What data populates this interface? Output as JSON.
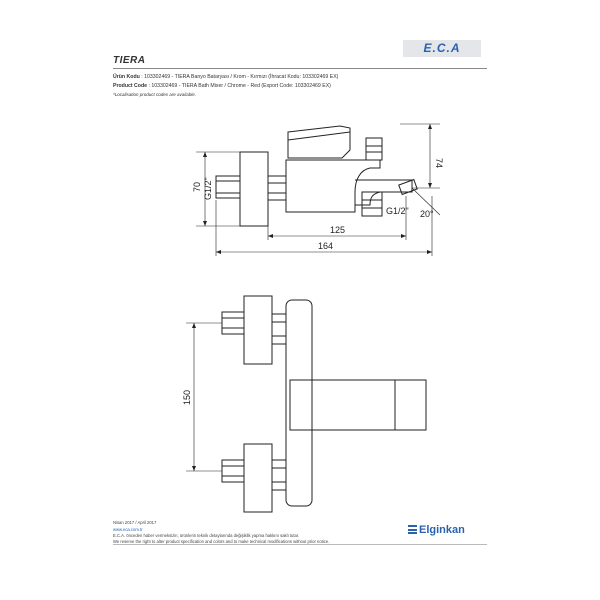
{
  "header": {
    "product_name": "TIERA",
    "logo_text": "E.C.A"
  },
  "info": {
    "line1_label": "Ürün Kodu",
    "line1_value": ": 103302469 - TIERA Banyo Bataryası / Krom - Kırmızı (İhracat Kodu: 103302469 EX)",
    "line2_label": "Product Code",
    "line2_value": ": 103302469 - TIERA Bath Mixer / Chrome - Red (Export Code: 103302469 EX)",
    "line3": "*Localisation product codes are available."
  },
  "dimensions": {
    "height_top": "74",
    "height_side": "70",
    "thread_left": "G1/2\"",
    "thread_right": "G1/2\"",
    "length_spout": "125",
    "length_total": "164",
    "angle": "20°",
    "center_distance": "150"
  },
  "footer": {
    "date": "Nisan 2017 / April 2017",
    "website": "www.eca.com.tr",
    "note_tr": "E.C.A. önceden haber vermeksizin, ürünlerin teknik detaylarında değişiklik yapma hakkını saklı tutar.",
    "note_en": "We reserve the right to alter product specification and colors and to make technical modifications without prior notice.",
    "brand": "Elginkan"
  }
}
